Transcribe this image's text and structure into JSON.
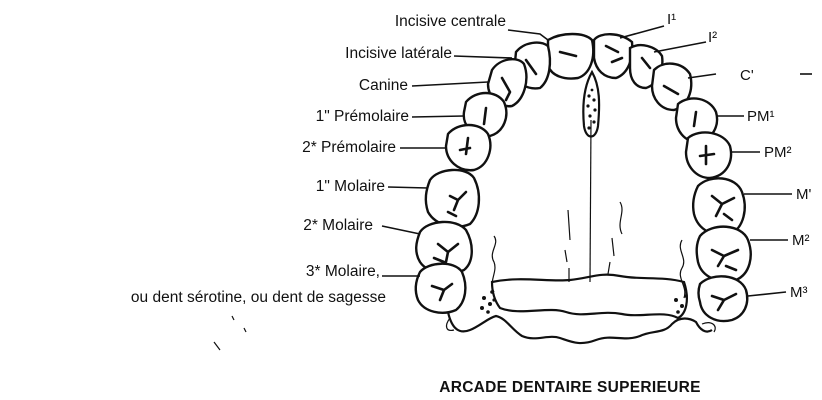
{
  "title": "ARCADE DENTAIRE SUPERIEURE",
  "left_labels": {
    "incisive_centrale": "Incisive centrale",
    "incisive_laterale": "Incisive latérale",
    "canine": "Canine",
    "premolaire_1": "1\" Prémolaire",
    "premolaire_2": "2* Prémolaire",
    "molaire_1": "1\" Molaire",
    "molaire_2": "2* Molaire",
    "molaire_3": "3* Molaire,",
    "molaire_3_line2": "ou dent sérotine, ou dent de sagesse"
  },
  "right_labels": {
    "i1": "I¹",
    "i2": "I²",
    "c": "C'",
    "pm1": "PM¹",
    "pm2": "PM²",
    "m1": "M'",
    "m2": "M²",
    "m3": "M³"
  },
  "colors": {
    "ink": "#111111",
    "background": "#ffffff"
  }
}
